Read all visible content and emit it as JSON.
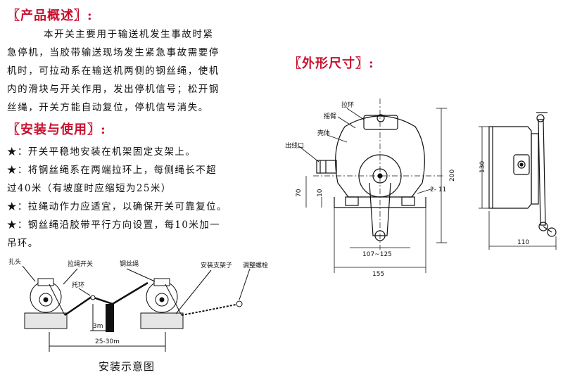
{
  "sections": {
    "overview_title": "〖产品概述〗:",
    "install_title": "〖安装与使用〗:",
    "dimensions_title": "〖外形尺寸〗:"
  },
  "overview_lines": [
    "本开关主要用于输送机发生事故时紧",
    "急停机，当胶带输送现场发生紧急事故需要停",
    "机时，可拉动系在输送机两侧的钢丝绳，使机",
    "内的滑块与开关作用，发出停机信号；松开钢",
    "丝绳，开关方能自动复位，停机信号消失。"
  ],
  "install_lines": [
    "★：开关平稳地安装在机架固定支架上。",
    "★：将钢丝绳系在两端拉环上，每侧绳长不超",
    "过40米（有坡度时应缩短为25米）",
    "★：拉绳动作力应适宜，以确保开关可靠复位。",
    "★：钢丝绳沿胶带平行方向设置，每10米加一",
    "吊环。"
  ],
  "install_diagram": {
    "labels": {
      "knot": "扎头",
      "pull_switch": "拉绳开关",
      "pull_ring": "托环",
      "wire_rope": "钢丝绳",
      "bracket": "安装支架子",
      "adjust_bolt": "调整螺栓",
      "height": "3m",
      "span": "25-30m"
    },
    "caption": "安装示意图"
  },
  "front_view": {
    "labels": {
      "pull_ring": "拉环",
      "swing_arm": "摇臂",
      "shell": "壳体",
      "outlet": "出线口"
    },
    "dims": {
      "d70": "70",
      "d10": "10",
      "d200": "200",
      "d2_11": "2- 11",
      "d107_125": "107~125",
      "d155": "155"
    }
  },
  "side_view": {
    "dims": {
      "d130": "130",
      "d110": "110"
    }
  },
  "colors": {
    "heading_red": "#c8102e",
    "line": "#111111"
  }
}
